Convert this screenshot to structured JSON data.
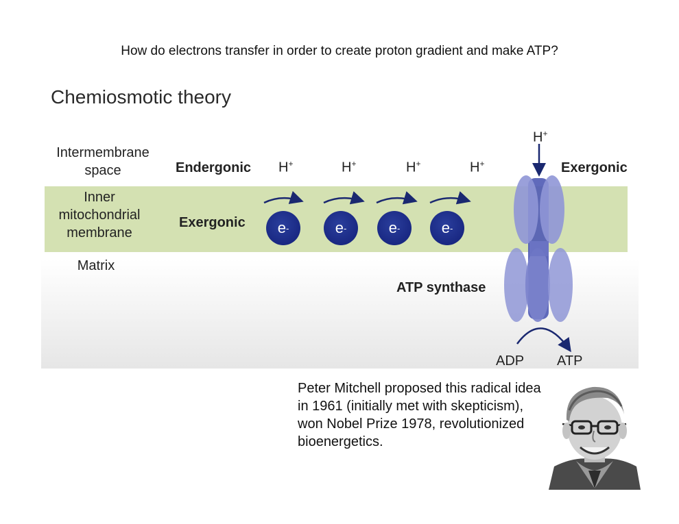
{
  "question": "How do electrons transfer in order to create proton gradient and make ATP?",
  "figure": {
    "title": "Chemiosmotic theory",
    "regions": {
      "intermembrane_line1": "Intermembrane",
      "intermembrane_line2": "space",
      "inner_line1": "Inner",
      "inner_line2": "mitochondrial",
      "inner_line3": "membrane",
      "matrix": "Matrix"
    },
    "labels": {
      "endergonic": "Endergonic",
      "exergonic_left": "Exergonic",
      "exergonic_right": "Exergonic",
      "atp_synthase": "ATP synthase",
      "adp": "ADP",
      "atp": "ATP"
    },
    "protons": [
      {
        "base": "H",
        "charge": "+"
      },
      {
        "base": "H",
        "charge": "+"
      },
      {
        "base": "H",
        "charge": "+"
      },
      {
        "base": "H",
        "charge": "+"
      },
      {
        "base": "H",
        "charge": "+"
      }
    ],
    "electrons": [
      {
        "base": "e",
        "charge": "-"
      },
      {
        "base": "e",
        "charge": "-"
      },
      {
        "base": "e",
        "charge": "-"
      },
      {
        "base": "e",
        "charge": "-"
      }
    ],
    "colors": {
      "membrane": "#d4e1b2",
      "electron": "#1a2a8a",
      "synthase": "#8f96d6",
      "arrow": "#1a2870"
    }
  },
  "caption": "Peter Mitchell proposed this radical idea in 1961 (initially met with skepticism), won Nobel Prize 1978, revolutionized bioenergetics."
}
